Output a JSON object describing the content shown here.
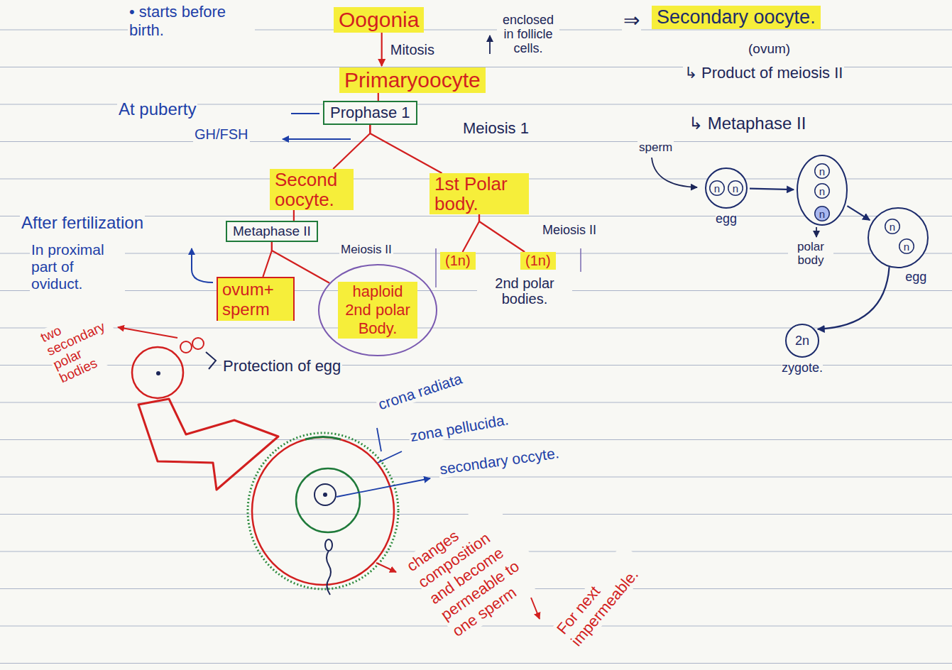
{
  "diagram": {
    "nodes": [
      {
        "text": [
          "Oogonia"
        ]
      },
      {
        "text": [
          "Primaryoocyte"
        ]
      },
      {
        "text": [
          "Prophase 1"
        ]
      },
      {
        "text": [
          "Second oocyte."
        ]
      },
      {
        "text": [
          "1st Polar body."
        ]
      },
      {
        "text": [
          "Metaphase II"
        ]
      },
      {
        "text": [
          "ovum+ sperm"
        ]
      },
      {
        "text": [
          "haploid 2nd polar Body."
        ]
      },
      {
        "text": [
          "(1n)"
        ]
      },
      {
        "text": [
          "(1n)"
        ]
      },
      {
        "text": [
          "Secondary oocyte."
        ]
      },
      {
        "text": [
          "egg"
        ]
      },
      {
        "text": [
          "n"
        ],
        "in": 11
      },
      {
        "text": [
          "n"
        ],
        "in": 11
      },
      {
        "text": []
      },
      {
        "text": [
          "n"
        ],
        "in": 14
      },
      {
        "text": [
          "n"
        ],
        "in": 14
      },
      {
        "text": [
          "n"
        ],
        "in": 14
      },
      {
        "text": [
          "egg"
        ]
      },
      {
        "text": [
          "n"
        ],
        "in": 18
      },
      {
        "text": [
          "n"
        ],
        "in": 18
      },
      {
        "text": [
          "2n",
          "zygote."
        ]
      }
    ],
    "edges": [
      {
        "from": 0,
        "to": 1,
        "arrow": "to",
        "label": "Mitosis"
      },
      {
        "from": 1,
        "to": 2,
        "arrow": "none"
      },
      {
        "from": 2,
        "to": 3,
        "arrow": "none"
      },
      {
        "from": 2,
        "to": 4,
        "arrow": "none"
      },
      {
        "from": 3,
        "to": 5,
        "arrow": "none"
      },
      {
        "from": 5,
        "to": 6,
        "arrow": "none"
      },
      {
        "from": 5,
        "to": 7,
        "arrow": "none"
      },
      {
        "from": 4,
        "to": 8,
        "arrow": "none"
      },
      {
        "from": 4,
        "to": 9,
        "arrow": "none"
      },
      {
        "from": 11,
        "to": 14,
        "arrow": "to"
      },
      {
        "from": 14,
        "to": 18,
        "arrow": "to"
      },
      {
        "from": 18,
        "to": 21,
        "arrow": "to"
      }
    ],
    "labels": [
      "• starts before birth.",
      "enclosed in follicle cells.",
      "At puberty",
      "GH/FSH",
      "Meiosis 1",
      "After fertilization",
      "In proximal part of oviduct.",
      "Meiosis II",
      "Meiosis II",
      "2nd polar bodies.",
      "two secondary polar bodies",
      "Protection of egg",
      "crona radiata",
      "zona pellucida.",
      "secondary occyte.",
      "changes composition and become permeable to one sperm",
      "For next impermeable.",
      "⇒",
      "(ovum)",
      "↳ Product of meiosis II",
      "↳ Metaphase II",
      "sperm",
      "polar body"
    ]
  }
}
